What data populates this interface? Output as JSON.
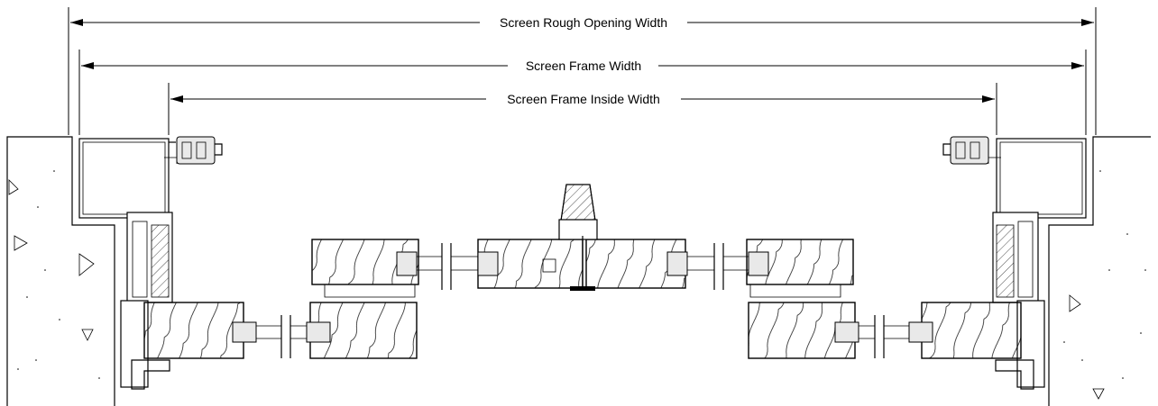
{
  "dimensions": {
    "rough_opening": "Screen Rough Opening Width",
    "frame_width": "Screen Frame Width",
    "frame_inside": "Screen Frame Inside Width"
  }
}
